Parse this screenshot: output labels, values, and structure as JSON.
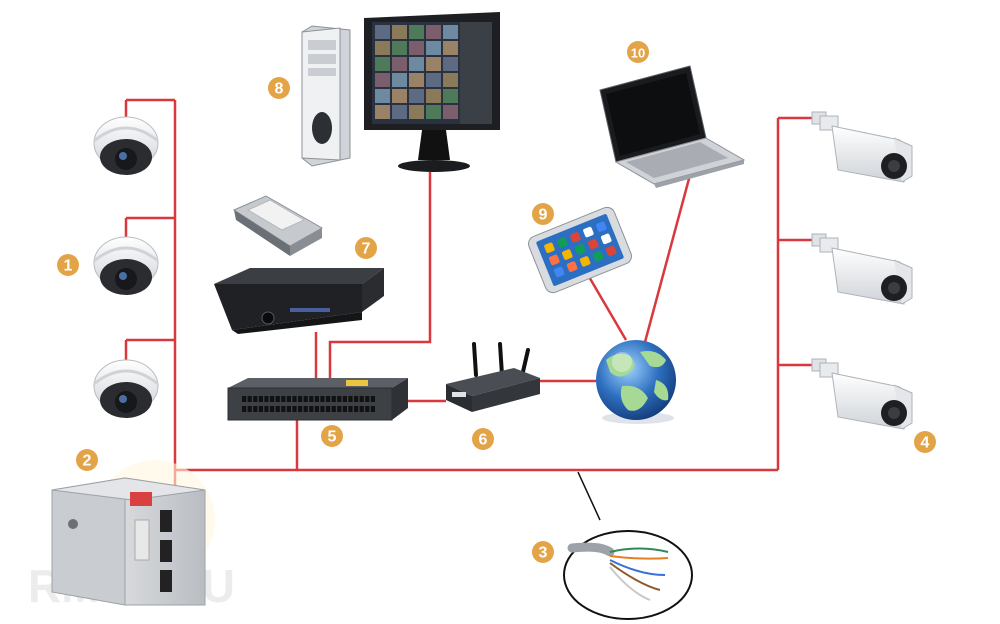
{
  "diagram": {
    "colors": {
      "wire": "#d9383e",
      "badge": "#e3a448",
      "badge_text": "#ffffff",
      "device_dark": "#2b2d31",
      "device_light": "#e9ebee",
      "globe_blue": "#2e6fbf",
      "globe_land": "#9cd28d"
    },
    "badges": [
      "1",
      "2",
      "3",
      "4",
      "5",
      "6",
      "7",
      "8",
      "9",
      "10"
    ],
    "watermark": "RMNT.RU",
    "icons": [
      "dome-camera-icon",
      "power-supply-box-icon",
      "twisted-pair-cable-icon",
      "bullet-camera-icon",
      "network-switch-icon",
      "router-icon",
      "dvr-recorder-icon",
      "hard-drive-icon",
      "desktop-computer-icon",
      "smartphone-icon",
      "laptop-icon",
      "internet-globe-icon"
    ]
  }
}
